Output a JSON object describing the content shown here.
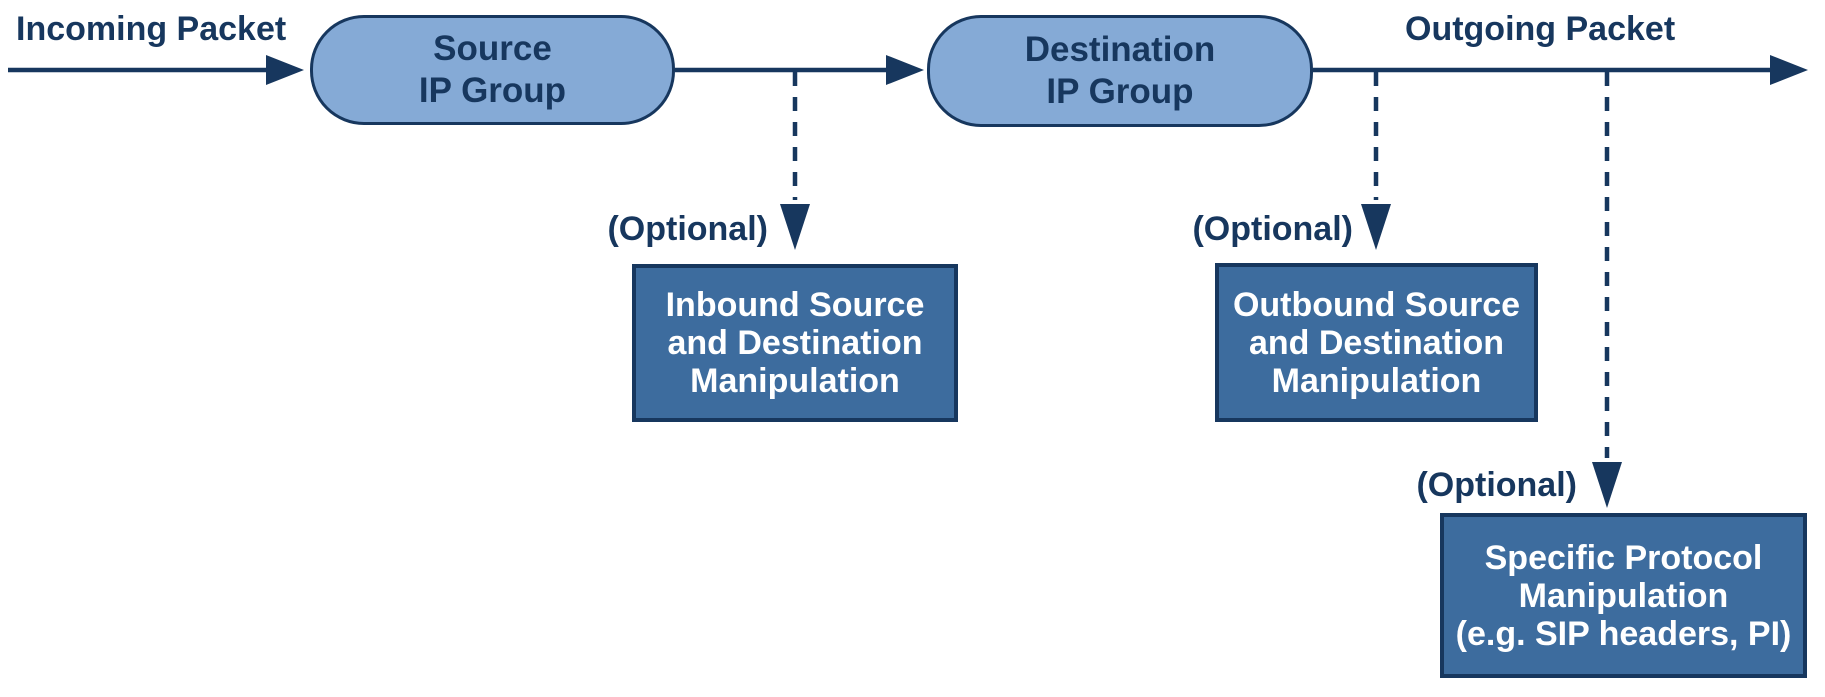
{
  "diagram": {
    "labels": {
      "incoming_packet": "Incoming Packet",
      "outgoing_packet": "Outgoing Packet",
      "optional": "(Optional)"
    },
    "nodes": {
      "source_ip_group": {
        "lines": [
          "Source",
          "IP Group"
        ]
      },
      "destination_ip_group": {
        "lines": [
          "Destination",
          "IP Group"
        ]
      },
      "inbound_manipulation": {
        "lines": [
          "Inbound Source",
          "and Destination",
          "Manipulation"
        ]
      },
      "outbound_manipulation": {
        "lines": [
          "Outbound Source",
          "and Destination",
          "Manipulation"
        ]
      },
      "specific_protocol_manipulation": {
        "lines": [
          "Specific Protocol",
          "Manipulation",
          "(e.g. SIP headers, PI)"
        ]
      }
    },
    "colors": {
      "line_navy": "#17375E",
      "pill_fill": "#85AAD6",
      "box_fill": "#3D6C9E",
      "box_text": "#FFFFFF",
      "background": "#FFFFFF"
    }
  }
}
